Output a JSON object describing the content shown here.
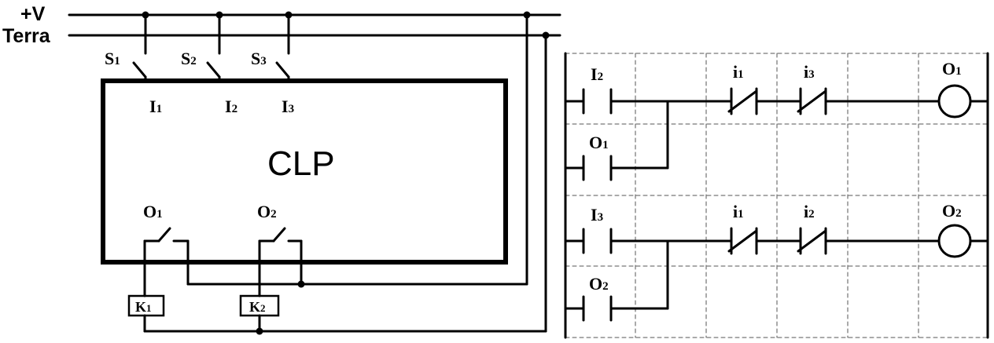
{
  "wiring": {
    "rails": {
      "plus": "+V",
      "ground": "Terra"
    },
    "switches": [
      {
        "main": "S",
        "sub": "1"
      },
      {
        "main": "S",
        "sub": "2"
      },
      {
        "main": "S",
        "sub": "3"
      }
    ],
    "plc": {
      "title": "CLP",
      "inputs": [
        {
          "main": "I",
          "sub": "1"
        },
        {
          "main": "I",
          "sub": "2"
        },
        {
          "main": "I",
          "sub": "3"
        }
      ],
      "outputs": [
        {
          "main": "O",
          "sub": "1"
        },
        {
          "main": "O",
          "sub": "2"
        }
      ]
    },
    "relays": [
      {
        "main": "K",
        "sub": "1"
      },
      {
        "main": "K",
        "sub": "2"
      }
    ]
  },
  "ladder": {
    "rung1": {
      "contact_no": {
        "main": "I",
        "sub": "2"
      },
      "seal": {
        "main": "O",
        "sub": "1"
      },
      "nc1": {
        "main": "i",
        "sub": "1"
      },
      "nc2": {
        "main": "i",
        "sub": "3"
      },
      "coil": {
        "main": "O",
        "sub": "1"
      }
    },
    "rung2": {
      "contact_no": {
        "main": "I",
        "sub": "3"
      },
      "seal": {
        "main": "O",
        "sub": "2"
      },
      "nc1": {
        "main": "i",
        "sub": "1"
      },
      "nc2": {
        "main": "i",
        "sub": "2"
      },
      "coil": {
        "main": "O",
        "sub": "2"
      }
    }
  }
}
